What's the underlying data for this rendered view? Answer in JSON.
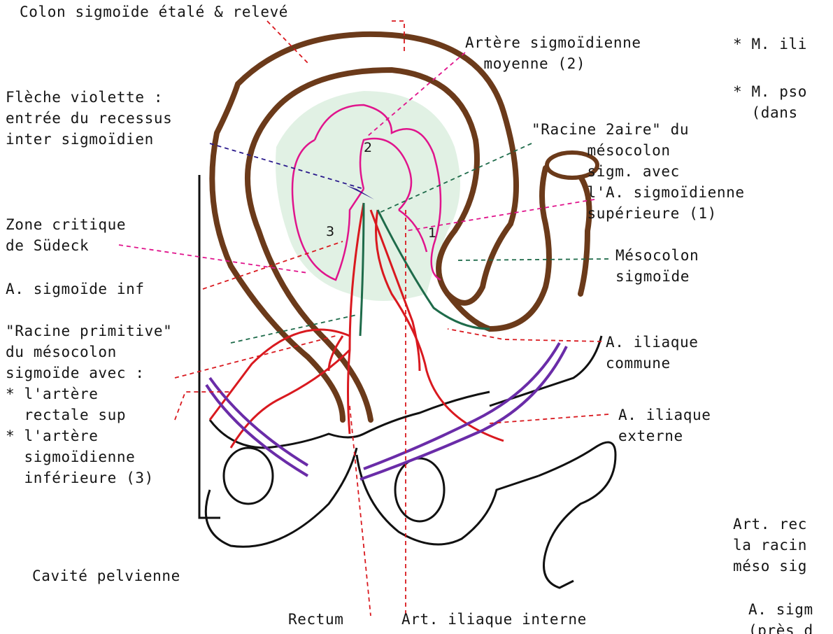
{
  "labels": {
    "colon_sigmoide": "Colon sigmoïde étalé & relevé",
    "artere_sigm_moyenne": "Artère sigmoïdienne\n  moyenne (2)",
    "m_iliaque": "* M. ili",
    "m_psoas": "* M. pso\n  (dans",
    "fleche_violette": "Flèche violette :\nentrée du recessus\ninter sigmoïdien",
    "racine_2aire": "\"Racine 2aire\" du\n      mésocolon\n      sigm. avec\n      l'A. sigmoïdienne\n      supérieure (1)",
    "zone_sudeck": "Zone critique\nde Südeck",
    "mesocolon_sigmoide": "Mésocolon\nsigmoïde",
    "a_sigmoide_inf": "A. sigmoïde inf",
    "racine_primitive": "\"Racine primitive\"\ndu mésocolon\nsigmoïde avec :\n* l'artère\n  rectale sup\n* l'artère\n  sigmoïdienne\n  inférieure (3)",
    "a_iliaque_commune": "A. iliaque\ncommune",
    "a_iliaque_externe": "A. iliaque\nexterne",
    "art_rec_racine": "Art. rec\nla racin\nméso sig",
    "cavite_pelvienne": "Cavité pelvienne",
    "rectum": "Rectum",
    "art_iliaque_interne": "Art. iliaque interne",
    "a_sigm_pres": "A. sigm\n(près d"
  },
  "numbers": {
    "n1": "1",
    "n2": "2",
    "n3": "3"
  },
  "colors": {
    "colon": "#6b3a1a",
    "artery": "#d9191f",
    "vein": "#6a2ca8",
    "mesocolon": "#e0148c",
    "root": "#1e6b4a",
    "bone": "#111111",
    "arrow": "#2a1a8c",
    "mesentery_fill": "#d9eedd"
  }
}
